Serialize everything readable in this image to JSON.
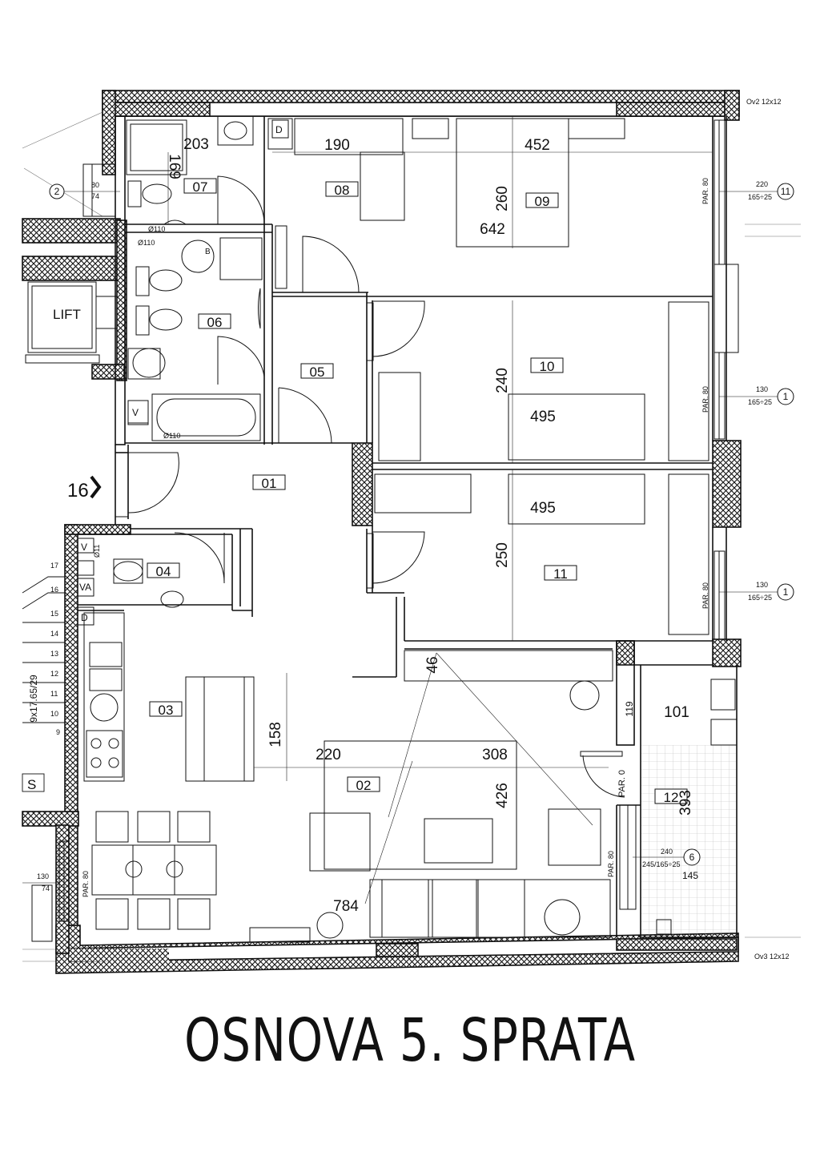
{
  "title": "OSNOVA 5. SPRATA",
  "rooms": [
    {
      "id": "room-01",
      "label": "01"
    },
    {
      "id": "room-02",
      "label": "02"
    },
    {
      "id": "room-03",
      "label": "03"
    },
    {
      "id": "room-04",
      "label": "04"
    },
    {
      "id": "room-05",
      "label": "05"
    },
    {
      "id": "room-06",
      "label": "06"
    },
    {
      "id": "room-07",
      "label": "07"
    },
    {
      "id": "room-08",
      "label": "08"
    },
    {
      "id": "room-09",
      "label": "09"
    },
    {
      "id": "room-10",
      "label": "10"
    },
    {
      "id": "room-11",
      "label": "11"
    },
    {
      "id": "room-12",
      "label": "12"
    }
  ],
  "dimensions": {
    "d203": "203",
    "d169": "169",
    "d190": "190",
    "d452": "452",
    "d260": "260",
    "d642": "642",
    "d240": "240",
    "d495a": "495",
    "d495b": "495",
    "d250": "250",
    "d46": "46",
    "d158": "158",
    "d220": "220",
    "d308": "308",
    "d426": "426",
    "d784": "784",
    "d101": "101",
    "d119": "119",
    "d393": "393",
    "d145": "145"
  },
  "labels": {
    "lift": "LIFT",
    "entrance": "16",
    "stairs_s": "S",
    "stair_spec": "9x17.65/29",
    "stair_steps": [
      "17",
      "16",
      "15",
      "14",
      "13",
      "12",
      "11",
      "10",
      "9"
    ],
    "shaft_v": "V",
    "shaft_va": "VA",
    "shaft_d": "D",
    "shaft_v2": "V",
    "shaft_d2": "D",
    "boiler_b": "B",
    "pipe1": "Ø110",
    "pipe2": "Ø110",
    "pipe3": "Ø110",
    "pipe4": "Ø11",
    "ov2": "Ov2 12x12",
    "ov3": "Ov3 12x12",
    "par80": "PAR. 80",
    "par0": "PAR. 0"
  },
  "windows": [
    {
      "id": "win-1",
      "num": "2",
      "top": "80",
      "bot": "74"
    },
    {
      "id": "win-2",
      "num": "11",
      "top": "220",
      "bot": "165÷25"
    },
    {
      "id": "win-3",
      "num": "1",
      "top": "130",
      "bot": "165÷25"
    },
    {
      "id": "win-4",
      "num": "1",
      "top": "130",
      "bot": "165÷25"
    },
    {
      "id": "win-5",
      "num": "6",
      "top": "240",
      "bot": "245/165÷25"
    },
    {
      "id": "win-6",
      "num": "",
      "top": "130",
      "bot": "74"
    }
  ],
  "colors": {
    "line": "#111111",
    "hatch": "#111111",
    "background": "#ffffff"
  }
}
